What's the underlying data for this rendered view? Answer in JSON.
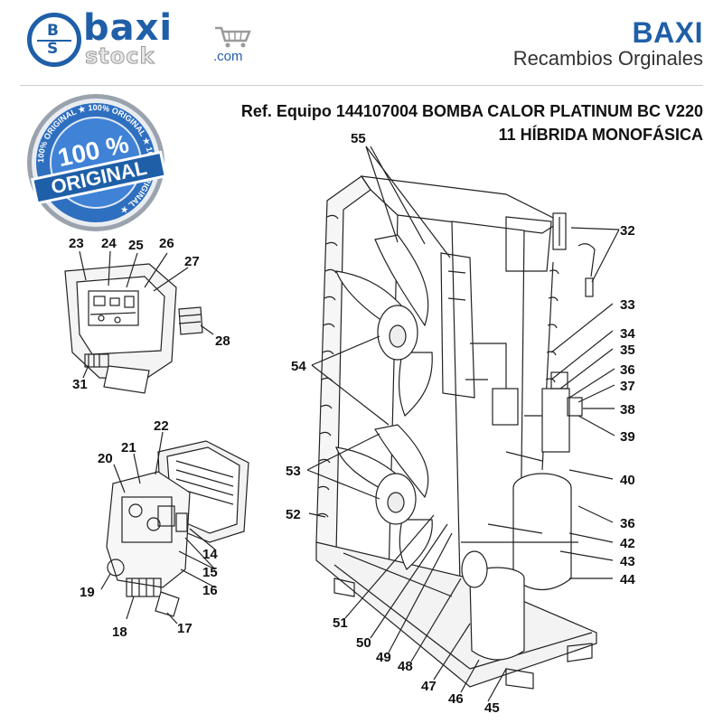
{
  "header": {
    "logo_top": "baxi",
    "logo_bottom": "stock",
    "logo_domain": ".com",
    "logo_badge_top": "B",
    "logo_badge_bottom": "S",
    "brand": "BAXI",
    "tagline": "Recambios Orginales"
  },
  "seal": {
    "ring_text": "100% ORIGINAL ★ 100% ORIGINAL ★ 100% ORIGINAL ★",
    "big": "100 %",
    "word": "ORIGINAL"
  },
  "title": {
    "line1": "Ref. Equipo 144107004 BOMBA CALOR PLATINUM BC V220",
    "line2": "11 HÍBRIDA MONOFÁSICA"
  },
  "colors": {
    "brand_blue": "#1f5fa8",
    "seal_blue": "#2f6fc0",
    "line": "#222222"
  },
  "callouts": [
    "14",
    "15",
    "16",
    "17",
    "18",
    "19",
    "20",
    "21",
    "22",
    "23",
    "24",
    "25",
    "26",
    "27",
    "28",
    "31",
    "32",
    "33",
    "34",
    "35",
    "36",
    "36",
    "37",
    "38",
    "39",
    "40",
    "42",
    "43",
    "44",
    "45",
    "46",
    "47",
    "48",
    "49",
    "50",
    "51",
    "52",
    "53",
    "54",
    "55"
  ]
}
